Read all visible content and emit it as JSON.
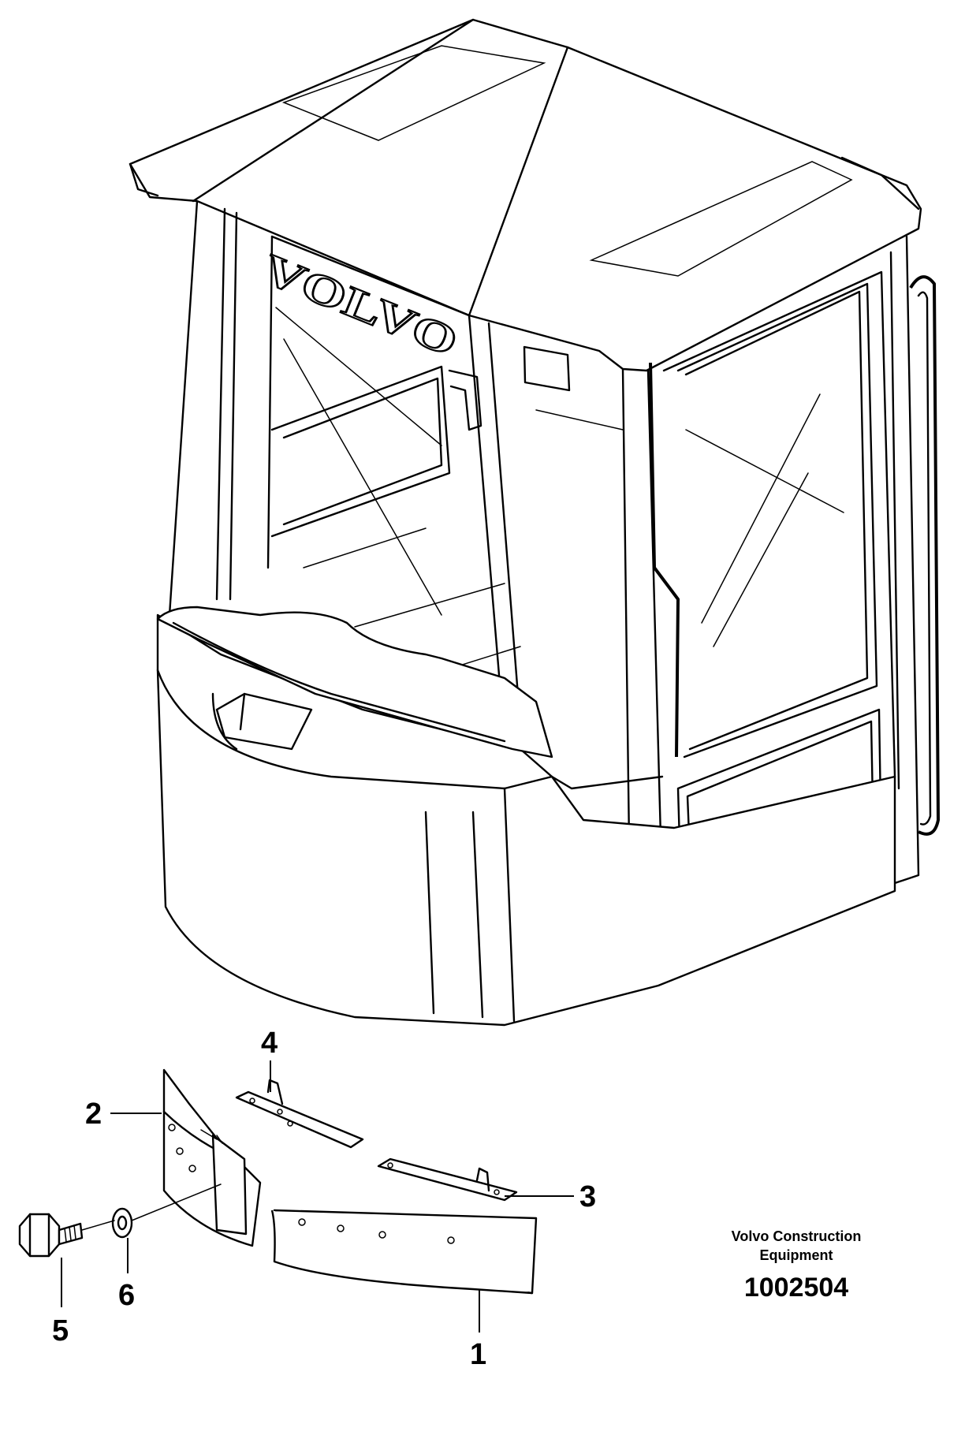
{
  "drawing": {
    "logo_text": "VOLVO",
    "callouts": [
      {
        "id": "1",
        "label": "1"
      },
      {
        "id": "2",
        "label": "2"
      },
      {
        "id": "3",
        "label": "3"
      },
      {
        "id": "4",
        "label": "4"
      },
      {
        "id": "5",
        "label": "5"
      },
      {
        "id": "6",
        "label": "6"
      }
    ]
  },
  "caption": {
    "company_line1": "Volvo Construction",
    "company_line2": "Equipment",
    "drawing_number": "1002504"
  }
}
